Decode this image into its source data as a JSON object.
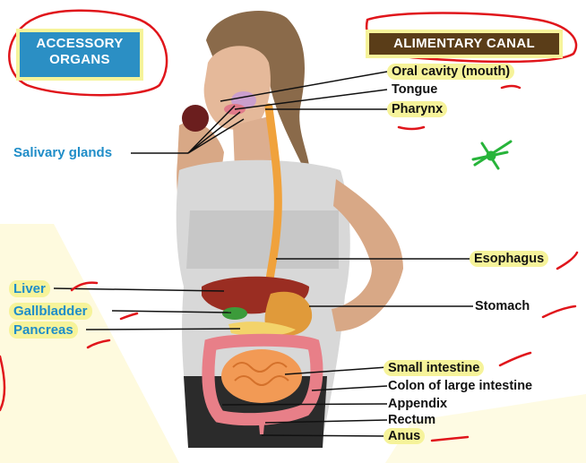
{
  "headers": {
    "accessory": [
      "ACCESSORY",
      "ORGANS"
    ],
    "alimentary": "ALIMENTARY CANAL"
  },
  "accessory_labels": {
    "salivary": "Salivary glands",
    "liver": "Liver",
    "gallbladder": "Gallbladder",
    "pancreas": "Pancreas"
  },
  "canal_labels": {
    "oral_cavity": "Oral cavity (mouth)",
    "tongue": "Tongue",
    "pharynx": "Pharynx",
    "esophagus": "Esophagus",
    "stomach": "Stomach",
    "small_intestine": "Small intestine",
    "colon": "Colon of large intestine",
    "appendix": "Appendix",
    "rectum": "Rectum",
    "anus": "Anus"
  },
  "colors": {
    "accessory_box": "#2b8fc4",
    "alimentary_box": "#5a3d18",
    "highlight": "#f6f39a",
    "ink_red": "#e0151b",
    "ink_green": "#27b43a",
    "salivary_text": "#1f8dc8",
    "accessory_text": "#1f8dc8",
    "esophagus": "#f0a23c",
    "liver": "#9a2d22",
    "stomach": "#e09a3a",
    "intestine": "#f29a55",
    "colon": "#e87f88"
  }
}
